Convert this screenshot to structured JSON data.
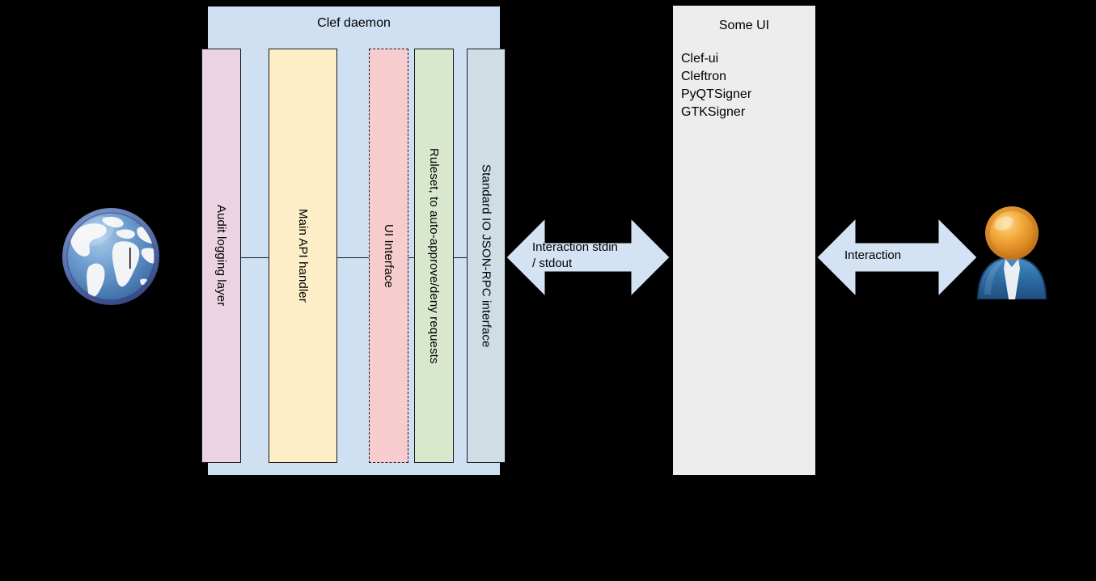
{
  "diagram": {
    "daemon": {
      "title": "Clef daemon",
      "components": [
        {
          "id": "audit",
          "label": "Audit logging layer",
          "color": "#ecd3e2",
          "border": "solid"
        },
        {
          "id": "api",
          "label": "Main API handler",
          "color": "#fdeec8",
          "border": "solid"
        },
        {
          "id": "ui",
          "label": "UI Interface",
          "color": "#f6ccce",
          "border": "dashed"
        },
        {
          "id": "rules",
          "label": "Ruleset, to auto-approve/deny requests",
          "color": "#d9e8cd",
          "border": "solid"
        },
        {
          "id": "stdio",
          "label": "Standard IO JSON-RPC interface",
          "color": "#cfdee4",
          "border": "solid"
        }
      ]
    },
    "ui_panel": {
      "title": "Some UI",
      "items": [
        "Clef-ui",
        "Cleftron",
        "PyQTSigner",
        "GTKSigner"
      ],
      "color": "#ededed"
    },
    "arrows": [
      {
        "id": "stdio-arrow",
        "label_line1": "Interaction stdin",
        "label_line2": "/ stdout",
        "color": "#d3e3f3"
      },
      {
        "id": "interaction-arrow",
        "label_line1": "Interaction",
        "label_line2": "",
        "color": "#d3e3f3"
      }
    ],
    "icons": [
      {
        "id": "globe-icon",
        "name": "globe-icon",
        "alt": "Internet / external world"
      },
      {
        "id": "user-icon",
        "name": "user-icon",
        "alt": "End user"
      }
    ],
    "colors": {
      "background": "#000000",
      "container": "#cfe0f3",
      "arrow": "#d3e3f3",
      "panel": "#ededed",
      "stroke": "#1a1a1a"
    }
  }
}
